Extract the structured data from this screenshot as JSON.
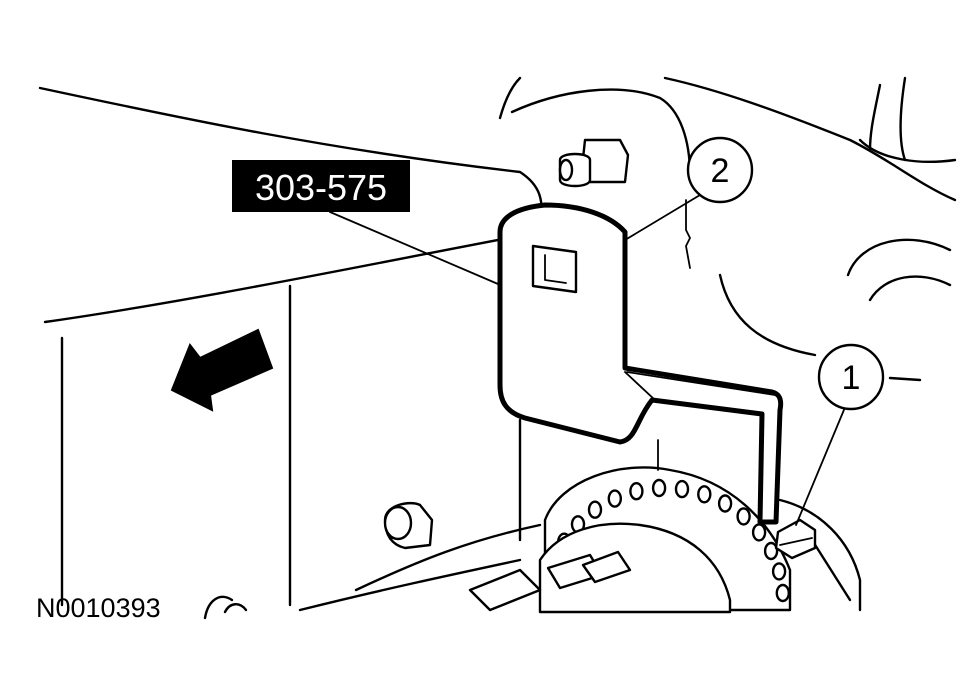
{
  "figure": {
    "tool_label": "303-575",
    "callouts": [
      "1",
      "2"
    ],
    "figure_id": "N0010393"
  }
}
